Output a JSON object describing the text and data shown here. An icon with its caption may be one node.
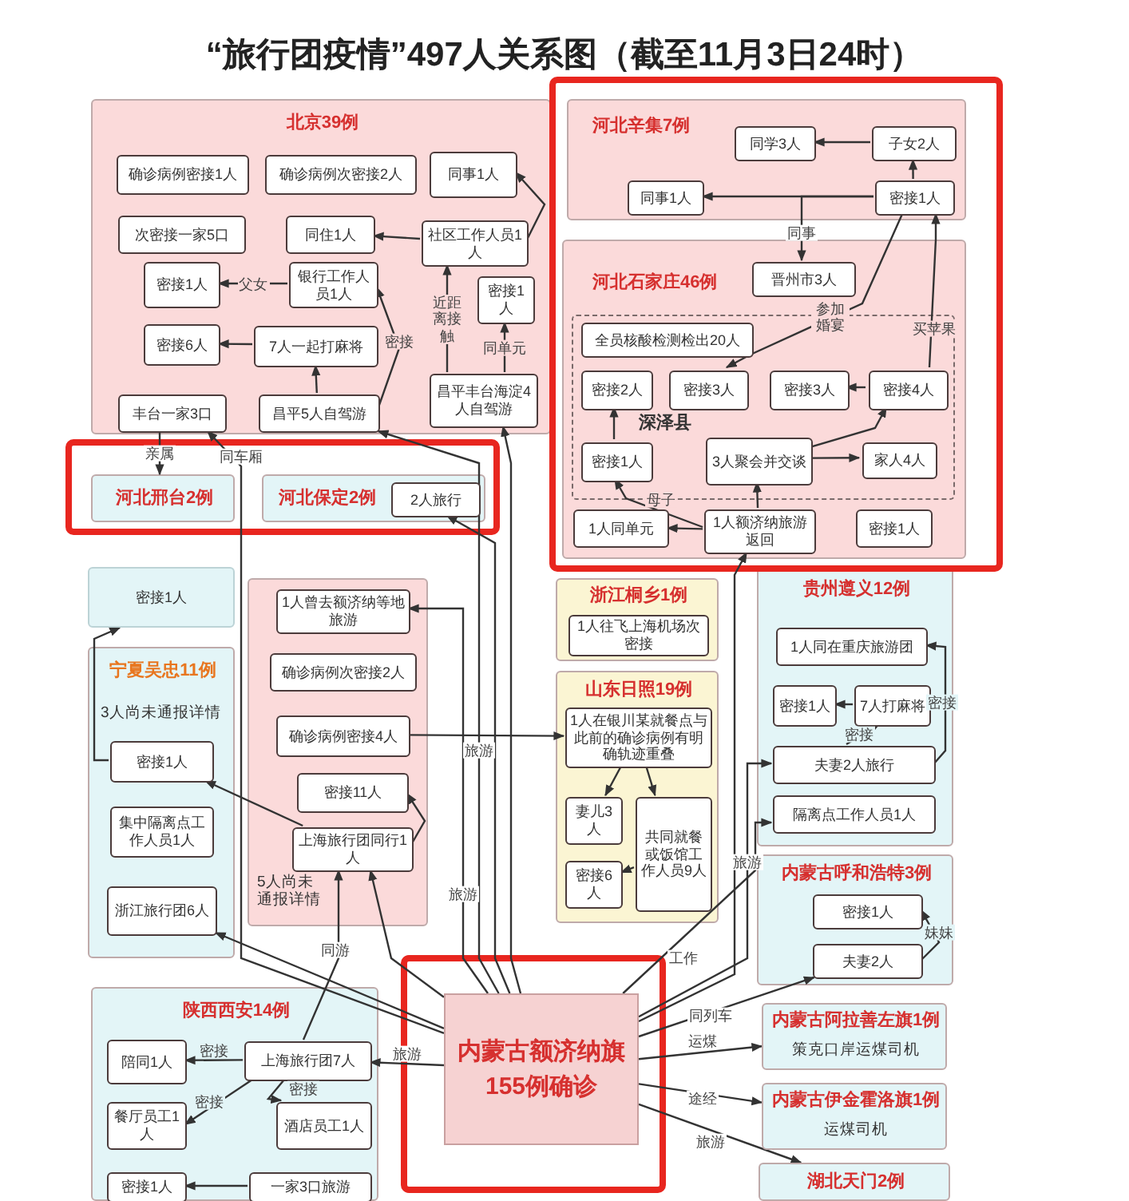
{
  "diagram": {
    "title": "“旅行团疫情”497人关系图（截至11月3日24时）",
    "nodes": [
      {
        "text": [
          "北京39例"
        ]
      },
      {
        "text": [
          "确诊病例密接1人"
        ],
        "in": 0
      },
      {
        "text": [
          "确诊病例次密接2人"
        ],
        "in": 0
      },
      {
        "text": [
          "同事1人"
        ],
        "in": 0
      },
      {
        "text": [
          "次密接一家5口"
        ],
        "in": 0
      },
      {
        "text": [
          "同住1人"
        ],
        "in": 0
      },
      {
        "text": [
          "社区工作人员1人"
        ],
        "in": 0
      },
      {
        "text": [
          "密接1人"
        ],
        "in": 0
      },
      {
        "text": [
          "银行工作人员1人"
        ],
        "in": 0
      },
      {
        "text": [
          "密接1人"
        ],
        "in": 0
      },
      {
        "text": [
          "密接6人"
        ],
        "in": 0
      },
      {
        "text": [
          "7人一起打麻将"
        ],
        "in": 0
      },
      {
        "text": [
          "昌平丰台海淀4人自驾游"
        ],
        "in": 0
      },
      {
        "text": [
          "丰台一家3口"
        ],
        "in": 0
      },
      {
        "text": [
          "昌平5人自驾游"
        ],
        "in": 0
      },
      {
        "text": [
          "河北辛集7例"
        ]
      },
      {
        "text": [
          "同学3人"
        ],
        "in": 15
      },
      {
        "text": [
          "子女2人"
        ],
        "in": 15
      },
      {
        "text": [
          "同事1人"
        ],
        "in": 15
      },
      {
        "text": [
          "密接1人"
        ],
        "in": 15
      },
      {
        "text": [
          "河北石家庄46例"
        ]
      },
      {
        "text": [
          "晋州市3人"
        ],
        "in": 20
      },
      {
        "text": [
          "深泽县"
        ],
        "in": 20
      },
      {
        "text": [
          "全员核酸检测检出20人"
        ],
        "in": 22
      },
      {
        "text": [
          "密接2人"
        ],
        "in": 22
      },
      {
        "text": [
          "密接3人"
        ],
        "in": 22
      },
      {
        "text": [
          "密接3人"
        ],
        "in": 22
      },
      {
        "text": [
          "密接4人"
        ],
        "in": 22
      },
      {
        "text": [
          "密接1人"
        ],
        "in": 22
      },
      {
        "text": [
          "3人聚会并交谈"
        ],
        "in": 22
      },
      {
        "text": [
          "家人4人"
        ],
        "in": 22
      },
      {
        "text": [
          "1人同单元"
        ],
        "in": 20
      },
      {
        "text": [
          "1人额济纳旅游返回"
        ],
        "in": 20
      },
      {
        "text": [
          "密接1人"
        ],
        "in": 20
      },
      {
        "text": [
          "河北邢台2例"
        ]
      },
      {
        "text": [
          "河北保定2例"
        ]
      },
      {
        "text": [
          "2人旅行"
        ],
        "in": 35
      },
      {
        "text": [
          "密接1人"
        ]
      },
      {
        "text": [
          "宁夏吴忠11例",
          "3人尚未通报详情"
        ]
      },
      {
        "text": [
          "密接1人"
        ],
        "in": 38
      },
      {
        "text": [
          "集中隔离点工作人员1人"
        ],
        "in": 38
      },
      {
        "text": [
          "浙江旅行团6人"
        ],
        "in": 38
      },
      {
        "text": [
          "5人尚未通报详情"
        ]
      },
      {
        "text": [
          "1人曾去额济纳等地旅游"
        ],
        "in": 42
      },
      {
        "text": [
          "确诊病例次密接2人"
        ],
        "in": 42
      },
      {
        "text": [
          "确诊病例密接4人"
        ],
        "in": 42
      },
      {
        "text": [
          "密接11人"
        ],
        "in": 42
      },
      {
        "text": [
          "上海旅行团同行1人"
        ],
        "in": 42
      },
      {
        "text": [
          "浙江桐乡1例"
        ]
      },
      {
        "text": [
          "1人往飞上海机场次密接"
        ],
        "in": 48
      },
      {
        "text": [
          "山东日照19例"
        ]
      },
      {
        "text": [
          "1人在银川某就餐点与此前的确诊病例有明确轨迹重叠"
        ],
        "in": 50
      },
      {
        "text": [
          "妻儿3人"
        ],
        "in": 50
      },
      {
        "text": [
          "共同就餐或饭馆工作人员9人"
        ],
        "in": 50
      },
      {
        "text": [
          "密接6人"
        ],
        "in": 50
      },
      {
        "text": [
          "贵州遵义12例"
        ]
      },
      {
        "text": [
          "1人同在重庆旅游团"
        ],
        "in": 55
      },
      {
        "text": [
          "密接1人"
        ],
        "in": 55
      },
      {
        "text": [
          "7人打麻将"
        ],
        "in": 55
      },
      {
        "text": [
          "夫妻2人旅行"
        ],
        "in": 55
      },
      {
        "text": [
          "隔离点工作人员1人"
        ],
        "in": 55
      },
      {
        "text": [
          "内蒙古呼和浩特3例"
        ]
      },
      {
        "text": [
          "密接1人"
        ],
        "in": 61
      },
      {
        "text": [
          "夫妻2人"
        ],
        "in": 61
      },
      {
        "text": [
          "内蒙古额济纳旗155例确诊"
        ]
      },
      {
        "text": [
          "内蒙古阿拉善左旗1例",
          "策克口岸运煤司机"
        ]
      },
      {
        "text": [
          "内蒙古伊金霍洛旗1例",
          "运煤司机"
        ]
      },
      {
        "text": [
          "湖北天门2例"
        ]
      },
      {
        "text": [
          "陕西西安14例"
        ]
      },
      {
        "text": [
          "陪同1人"
        ],
        "in": 68
      },
      {
        "text": [
          "上海旅行团7人"
        ],
        "in": 68
      },
      {
        "text": [
          "餐厅员工1人"
        ],
        "in": 68
      },
      {
        "text": [
          "酒店员工1人"
        ],
        "in": 68
      },
      {
        "text": [
          "密接1人"
        ],
        "in": 68
      },
      {
        "text": [
          "一家3口旅游"
        ],
        "in": 68
      }
    ],
    "edges": [
      {
        "from": 8,
        "to": 7,
        "arrow": "to",
        "label": "父女"
      },
      {
        "from": 11,
        "to": 10,
        "arrow": "to"
      },
      {
        "from": 14,
        "to": 11,
        "arrow": "to"
      },
      {
        "from": 14,
        "to": 8,
        "arrow": "to",
        "label": "密接"
      },
      {
        "from": 12,
        "to": 6,
        "arrow": "to",
        "label": "近距离接触"
      },
      {
        "from": 12,
        "to": 9,
        "arrow": "to",
        "label": "同单元"
      },
      {
        "from": 6,
        "to": 5,
        "arrow": "to"
      },
      {
        "from": 6,
        "to": 3,
        "arrow": "to"
      },
      {
        "from": 17,
        "to": 16,
        "arrow": "to"
      },
      {
        "from": 19,
        "to": 17,
        "arrow": "to"
      },
      {
        "from": 19,
        "to": 18,
        "arrow": "to"
      },
      {
        "from": 19,
        "to": 21,
        "arrow": "to",
        "label": "同事"
      },
      {
        "from": 19,
        "to": 25,
        "arrow": "to",
        "label": "参加婚宴"
      },
      {
        "from": 27,
        "to": 19,
        "arrow": "to",
        "label": "买苹果"
      },
      {
        "from": 27,
        "to": 26,
        "arrow": "to"
      },
      {
        "from": 29,
        "to": 27,
        "arrow": "to"
      },
      {
        "from": 29,
        "to": 30,
        "arrow": "to"
      },
      {
        "from": 28,
        "to": 24,
        "arrow": "to"
      },
      {
        "from": 32,
        "to": 29,
        "arrow": "to"
      },
      {
        "from": 32,
        "to": 28,
        "arrow": "to",
        "label": "母子"
      },
      {
        "from": 32,
        "to": 31,
        "arrow": "to"
      },
      {
        "from": 13,
        "to": 34,
        "arrow": "to",
        "label": "亲属"
      },
      {
        "from": 64,
        "to": 13,
        "arrow": "to",
        "label": "同车厢"
      },
      {
        "from": 64,
        "to": 14,
        "arrow": "to",
        "label": "旅游"
      },
      {
        "from": 64,
        "to": 12,
        "arrow": "to"
      },
      {
        "from": 64,
        "to": 36,
        "arrow": "to"
      },
      {
        "from": 64,
        "to": 43,
        "arrow": "to",
        "label": "旅游"
      },
      {
        "from": 64,
        "to": 47,
        "arrow": "to"
      },
      {
        "from": 70,
        "to": 47,
        "arrow": "to",
        "label": "同游"
      },
      {
        "from": 47,
        "to": 46,
        "arrow": "to"
      },
      {
        "from": 47,
        "to": 39,
        "arrow": "to"
      },
      {
        "from": 39,
        "to": 37,
        "arrow": "to"
      },
      {
        "from": 64,
        "to": 41,
        "arrow": "to"
      },
      {
        "from": 45,
        "to": 51,
        "arrow": "to"
      },
      {
        "from": 51,
        "to": 52,
        "arrow": "to"
      },
      {
        "from": 51,
        "to": 53,
        "arrow": "to"
      },
      {
        "from": 53,
        "to": 54,
        "arrow": "to"
      },
      {
        "from": 64,
        "to": 32,
        "arrow": "to"
      },
      {
        "from": 64,
        "to": 59,
        "arrow": "to",
        "label": "旅游"
      },
      {
        "from": 58,
        "to": 57,
        "arrow": "to"
      },
      {
        "from": 59,
        "to": 58,
        "arrow": "to",
        "label": "密接"
      },
      {
        "from": 59,
        "to": 56,
        "arrow": "to",
        "label": "密接"
      },
      {
        "from": 64,
        "to": 60,
        "arrow": "to",
        "label": "工作"
      },
      {
        "from": 64,
        "to": 63,
        "arrow": "to",
        "label": "同列车"
      },
      {
        "from": 63,
        "to": 62,
        "arrow": "to",
        "label": "妹妹"
      },
      {
        "from": 64,
        "to": 65,
        "arrow": "to",
        "label": "运煤"
      },
      {
        "from": 64,
        "to": 66,
        "arrow": "to",
        "label": "途经"
      },
      {
        "from": 64,
        "to": 67,
        "arrow": "to",
        "label": "旅游"
      },
      {
        "from": 64,
        "to": 70,
        "arrow": "to",
        "label": "旅游"
      },
      {
        "from": 70,
        "to": 69,
        "arrow": "to",
        "label": "密接"
      },
      {
        "from": 70,
        "to": 71,
        "arrow": "to",
        "label": "密接"
      },
      {
        "from": 70,
        "to": 72,
        "arrow": "to",
        "label": "密接"
      },
      {
        "from": 74,
        "to": 73,
        "arrow": "to"
      }
    ]
  }
}
